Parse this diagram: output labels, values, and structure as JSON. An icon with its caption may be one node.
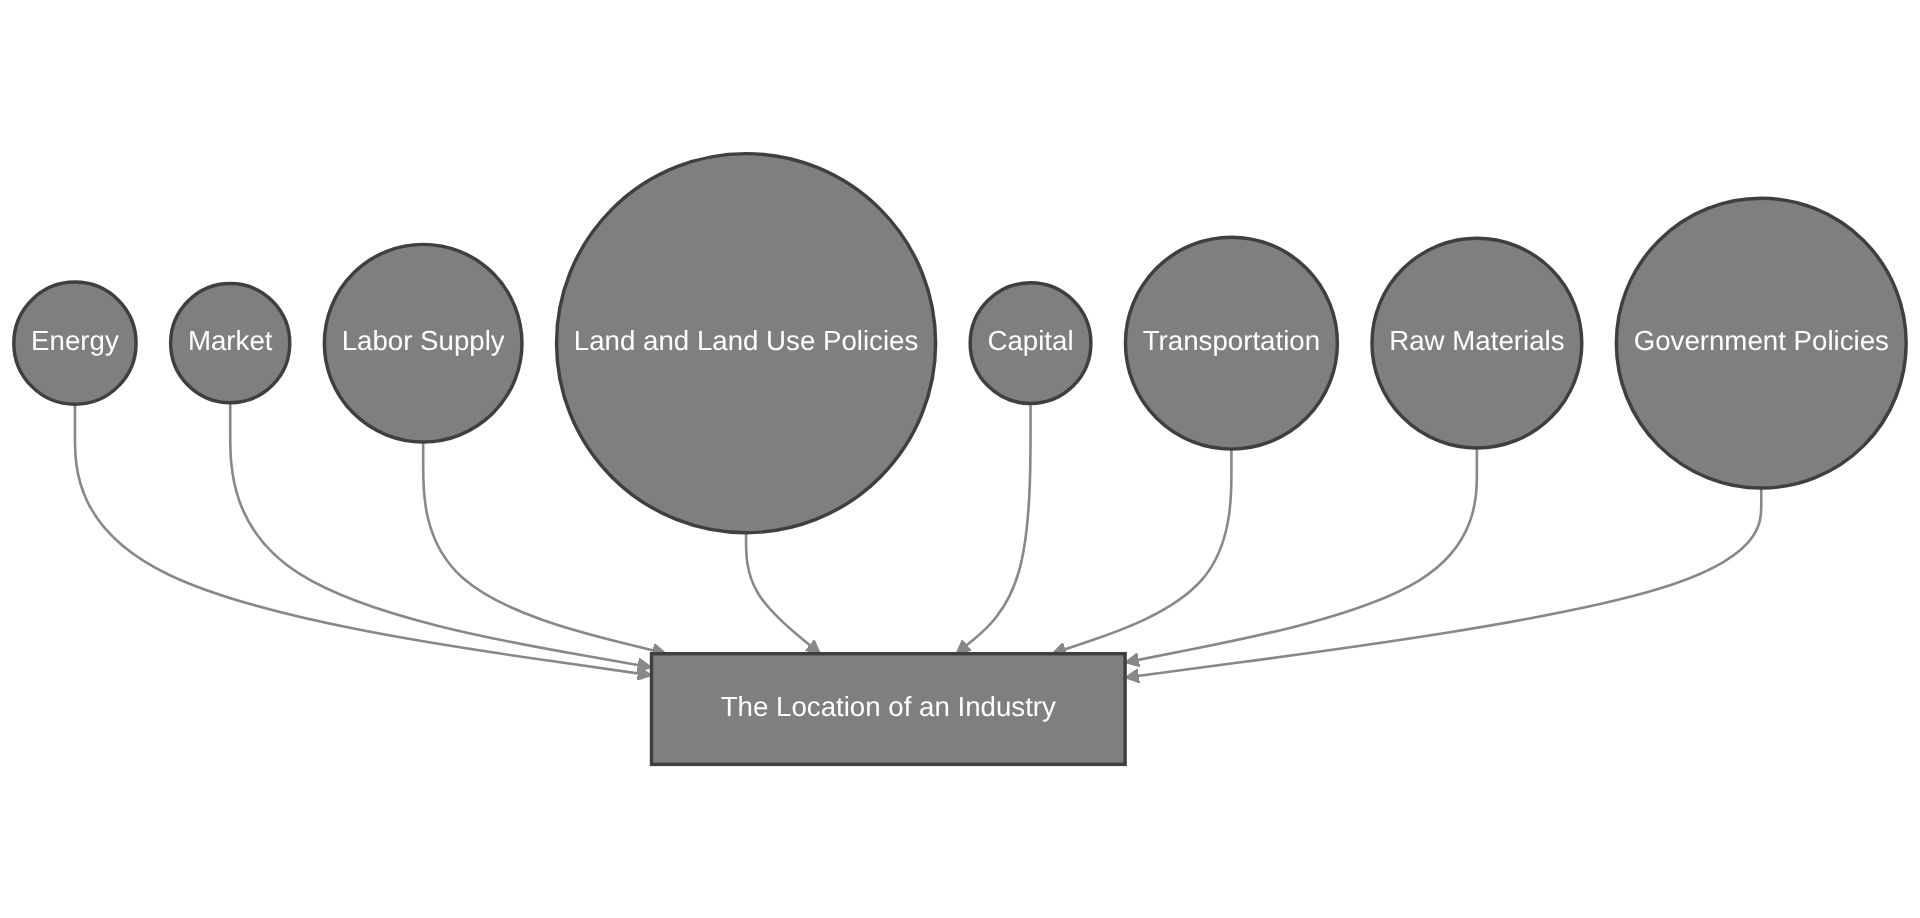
{
  "diagram": {
    "nodes": [
      {
        "text": [
          "Energy"
        ]
      },
      {
        "text": [
          "Market"
        ]
      },
      {
        "text": [
          "Labor Supply"
        ]
      },
      {
        "text": [
          "Land and Land Use Policies"
        ]
      },
      {
        "text": [
          "Capital"
        ]
      },
      {
        "text": [
          "Transportation"
        ]
      },
      {
        "text": [
          "Raw Materials"
        ]
      },
      {
        "text": [
          "Government Policies"
        ]
      },
      {
        "text": [
          "The Location of an Industry"
        ]
      }
    ],
    "edges": [
      {
        "from": 0,
        "to": 8,
        "arrow": "to"
      },
      {
        "from": 1,
        "to": 8,
        "arrow": "to"
      },
      {
        "from": 2,
        "to": 8,
        "arrow": "to"
      },
      {
        "from": 3,
        "to": 8,
        "arrow": "to"
      },
      {
        "from": 4,
        "to": 8,
        "arrow": "to"
      },
      {
        "from": 5,
        "to": 8,
        "arrow": "to"
      },
      {
        "from": 6,
        "to": 8,
        "arrow": "to"
      },
      {
        "from": 7,
        "to": 8,
        "arrow": "to"
      }
    ]
  }
}
